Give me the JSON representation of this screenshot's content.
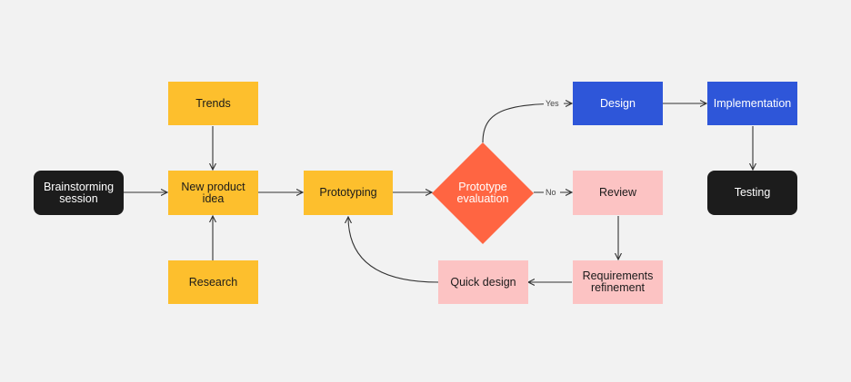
{
  "colors": {
    "background": "#f2f2f2",
    "terminal": "#1c1c1c",
    "input": "#fdbf2d",
    "decision": "#ff6542",
    "positive": "#2e56d9",
    "negative": "#fcc3c3",
    "connector": "#333333"
  },
  "nodes": {
    "brainstorming": "Brainstorming\nsession",
    "trends": "Trends",
    "new_product_idea": "New product idea",
    "research": "Research",
    "prototyping": "Prototyping",
    "prototype_evaluation": "Prototype\nevaluation",
    "design": "Design",
    "implementation": "Implementation",
    "testing": "Testing",
    "review": "Review",
    "requirements_refinement": "Requirements\nrefinement",
    "quick_design": "Quick design"
  },
  "edge_labels": {
    "yes": "Yes",
    "no": "No"
  }
}
